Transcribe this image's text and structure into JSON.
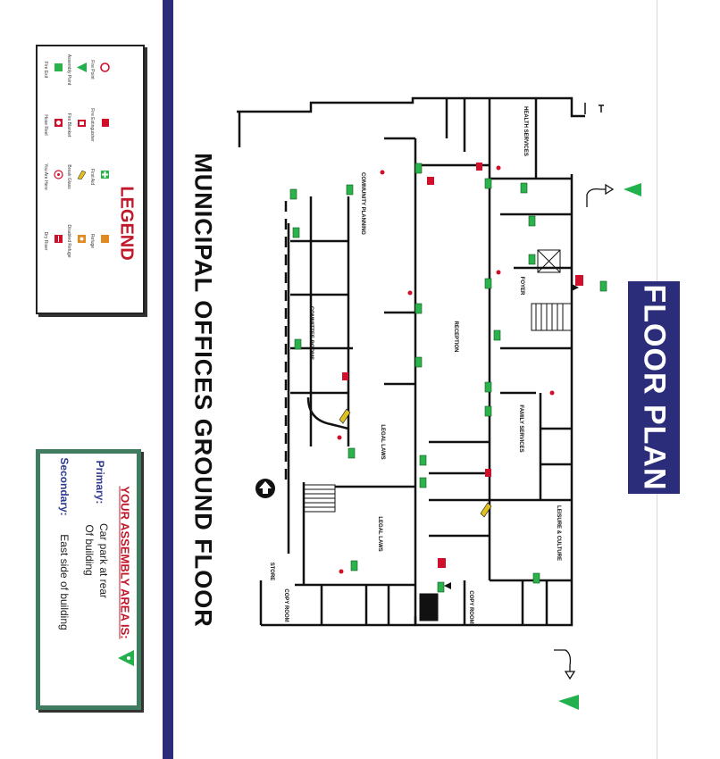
{
  "title": "MUNICIPAL OFFICES GROUND FLOOR",
  "badge": "FLOOR PLAN",
  "colors": {
    "navy": "#2b2d7a",
    "legend_red": "#c0172a",
    "safe_green": "#22b14c",
    "sign_green": "#2ab34a",
    "fire_red": "#d0102a",
    "assembly_border": "#3f7c60"
  },
  "legend": {
    "title": "LEGEND",
    "items": [
      {
        "icon": "fire-point-icon",
        "label": "Fire Point"
      },
      {
        "icon": "assembly-point-icon",
        "label": "Assembly Point"
      },
      {
        "icon": "fire-exit-sign-icon",
        "label": "Fire Exit"
      },
      {
        "icon": "fire-extinguisher-icon",
        "label": "Fire Extinguisher"
      },
      {
        "icon": "fire-blanket-icon",
        "label": "Fire Blanket"
      },
      {
        "icon": "hose-reel-icon",
        "label": "Hose Reel"
      },
      {
        "icon": "first-aid-icon",
        "label": "First Aid"
      },
      {
        "icon": "break-glass-icon",
        "label": "Break Glass"
      },
      {
        "icon": "you-are-here-icon",
        "label": "You Are Here"
      },
      {
        "icon": "refuge-icon",
        "label": "Refuge"
      },
      {
        "icon": "disabled-refuge-icon",
        "label": "Disabled Refuge"
      },
      {
        "icon": "dry-riser-icon",
        "label": "Dry Riser"
      }
    ]
  },
  "assembly": {
    "title": "YOUR ASSEMBLY AREA IS:",
    "primary_label": "Primary:",
    "primary_text_1": "Car park at rear",
    "primary_text_2": "Of building",
    "secondary_label": "Secondary:",
    "secondary_text": "East side of building"
  },
  "rooms": {
    "health": "HEALTH SERVICES",
    "community_planning": "COMMUNITY PLANNING",
    "reception": "RECEPTION",
    "meeting": "COMMITTEE ROOMS",
    "foyer": "FOYER",
    "family": "FAMILY SERVICES",
    "legal": "LEGAL LAWS",
    "legal2": "LEGAL LAWS",
    "leisure": "LEISURE & CULTURE",
    "store": "STORE",
    "copy": "COPY ROOM",
    "copy2": "COPY ROOM"
  }
}
